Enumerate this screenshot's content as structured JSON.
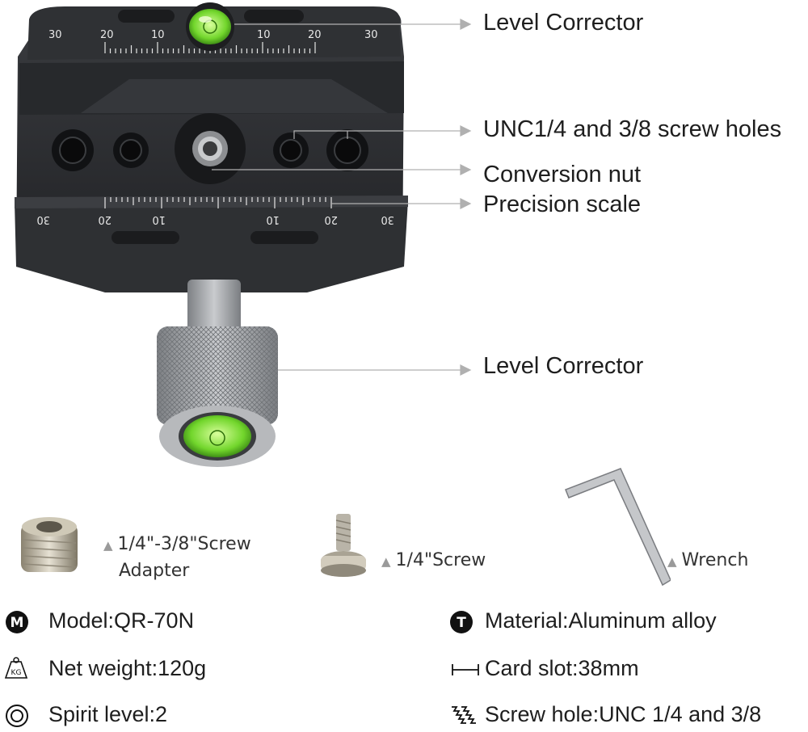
{
  "callouts": {
    "level_corrector_top": "Level Corrector",
    "screw_holes": "UNC1/4 and 3/8 screw holes",
    "conversion_nut": "Conversion nut",
    "precision_scale": "Precision scale",
    "level_corrector_knob": "Level Corrector"
  },
  "scale_top_ticks": [
    "30",
    "20",
    "10",
    "10",
    "20",
    "30"
  ],
  "scale_bottom_ticks": [
    "30",
    "20",
    "10",
    "10",
    "20",
    "30"
  ],
  "accessories": {
    "adapter_line1": "1/4\"-3/8\"Screw",
    "adapter_line2": "Adapter",
    "screw": "1/4\"Screw",
    "wrench": "Wrench"
  },
  "specs": {
    "model": "Model:QR-70N",
    "model_icon": "M",
    "material": "Material:Aluminum alloy",
    "material_icon": "T",
    "weight": "Net weight:120g",
    "weight_icon": "KG",
    "card_slot": "Card slot:38mm",
    "spirit_level": "Spirit level:2",
    "screw_hole": "Screw hole:UNC 1/4 and 3/8"
  },
  "colors": {
    "body": "#2b2d30",
    "bubble": "#7fe33a",
    "knob": "#a8aaad",
    "arrow": "#aaaaaa"
  }
}
